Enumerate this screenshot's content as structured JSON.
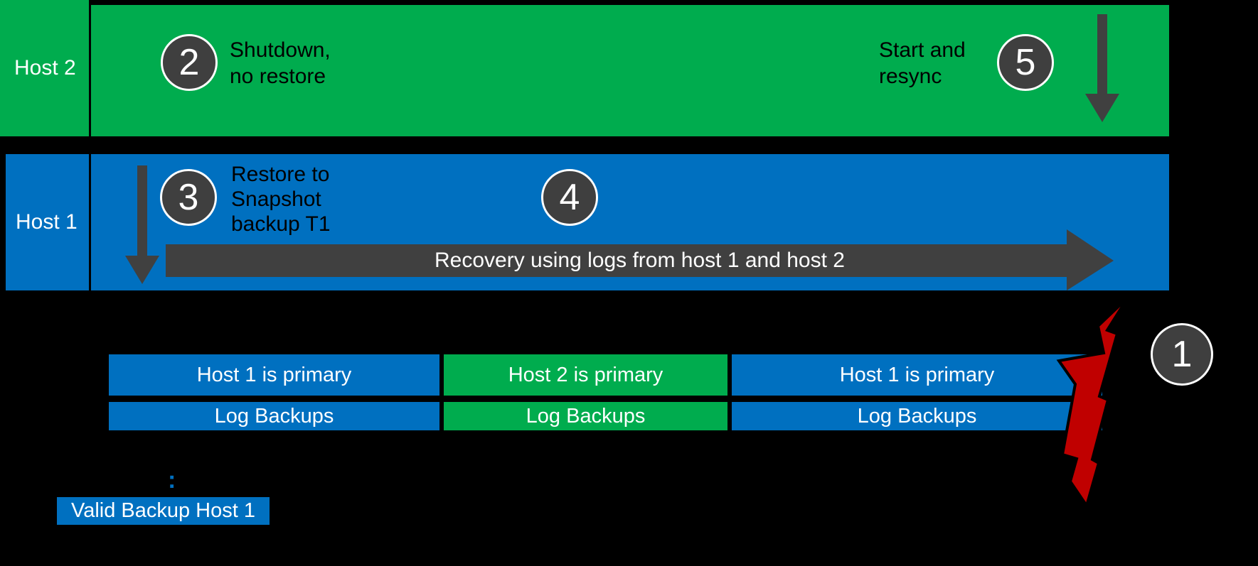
{
  "colors": {
    "background": "#000000",
    "host2_green": "#00AC4E",
    "host1_blue": "#0070C0",
    "step_gray": "#3F3F3F",
    "arrow_gray": "#404040",
    "bolt_red": "#C00000",
    "text_white": "#FFFFFF"
  },
  "lanes": {
    "host2": {
      "label": "Host 2"
    },
    "host1": {
      "label": "Host 1"
    }
  },
  "steps": {
    "s1": {
      "number": "1"
    },
    "s2": {
      "number": "2",
      "line1": "Shutdown,",
      "line2": "no restore"
    },
    "s3": {
      "number": "3",
      "line1": "Restore to",
      "line2": "Snapshot",
      "line3": "backup T1"
    },
    "s4": {
      "number": "4"
    },
    "s5": {
      "number": "5",
      "line1": "Start and",
      "line2": "resync"
    }
  },
  "recovery_arrow": {
    "label": "Recovery using logs from host 1 and host 2"
  },
  "timeline": {
    "primary_row": [
      {
        "label": "Host 1 is primary",
        "color": "blue"
      },
      {
        "label": "Host 2 is primary",
        "color": "green"
      },
      {
        "label": "Host 1 is primary",
        "color": "blue"
      }
    ],
    "log_row": [
      {
        "label": "Log Backups",
        "color": "blue"
      },
      {
        "label": "Log Backups",
        "color": "green"
      },
      {
        "label": "Log Backups",
        "color": "blue"
      }
    ]
  },
  "footnote": {
    "colon": ":",
    "label": "Valid Backup Host 1"
  }
}
